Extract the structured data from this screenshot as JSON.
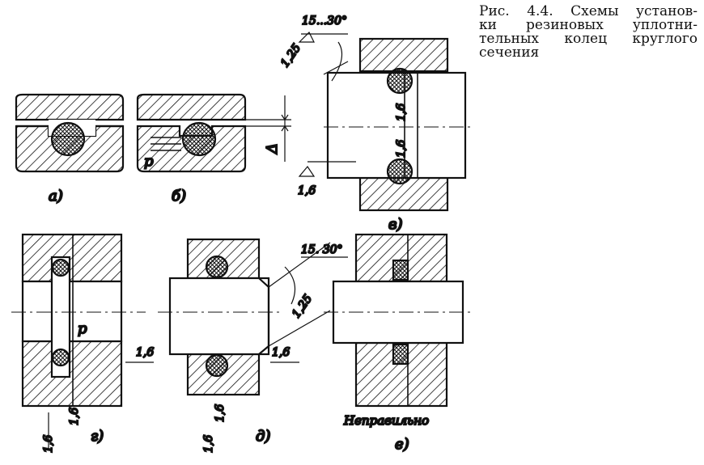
{
  "caption": {
    "lines": [
      "Рис. 4.4. Схемы установ-",
      "ки  резиновых  уплотни-",
      "тельных колец круглого",
      "сечения"
    ]
  },
  "labels": {
    "a": "а)",
    "b": "б)",
    "v": "в)",
    "g": "г)",
    "d": "д)",
    "e": "е)",
    "wrong": "Неправильно",
    "p": "p",
    "delta": "Δ"
  },
  "dims": {
    "angle_v": "15...30°",
    "angle_d": "15. 30°",
    "rough_125": "1,25",
    "rough_16": "1,6"
  },
  "colors": {
    "ink": "#111111",
    "paper": "#ffffff"
  }
}
